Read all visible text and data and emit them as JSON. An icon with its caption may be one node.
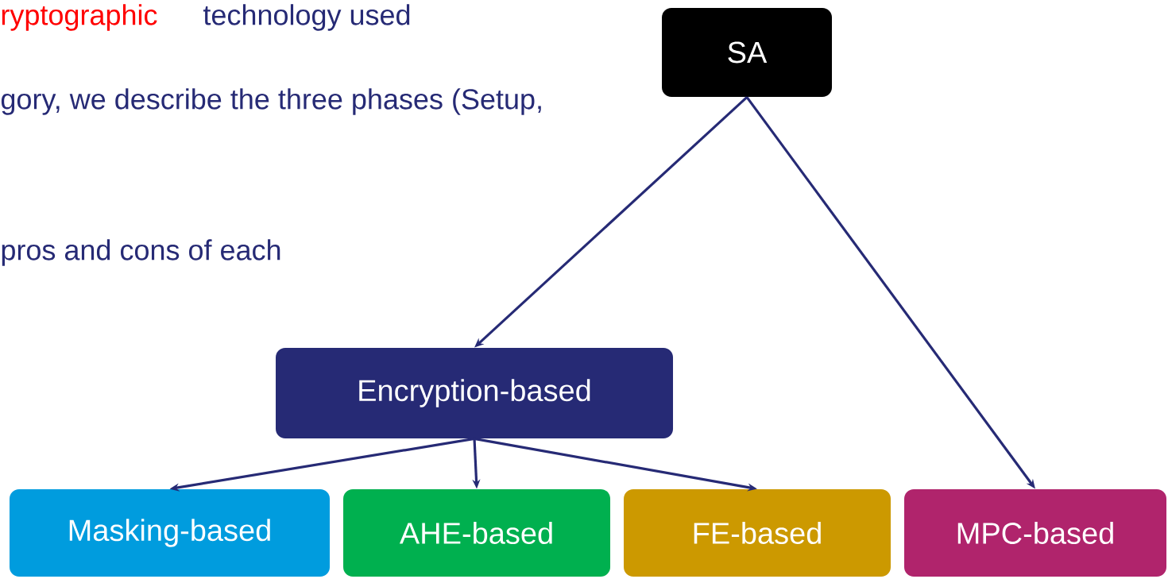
{
  "diagram": {
    "nodes": [
      {
        "text": [
          "SA"
        ]
      },
      {
        "text": [
          "Encryption-based"
        ]
      },
      {
        "text": [
          "Masking-based"
        ]
      },
      {
        "text": [
          "AHE-based"
        ]
      },
      {
        "text": [
          "FE-based"
        ]
      },
      {
        "text": [
          "MPC-based"
        ]
      }
    ],
    "edges": [
      {
        "from": 0,
        "to": 1,
        "arrow": "to"
      },
      {
        "from": 0,
        "to": 5,
        "arrow": "to"
      },
      {
        "from": 1,
        "to": 2,
        "arrow": "to"
      },
      {
        "from": 1,
        "to": 3,
        "arrow": "to"
      },
      {
        "from": 1,
        "to": 4,
        "arrow": "to"
      }
    ],
    "labels": [
      "ryptographic",
      "technology used",
      "gory, we describe the three phases (Setup,",
      "pros and cons of each"
    ]
  }
}
